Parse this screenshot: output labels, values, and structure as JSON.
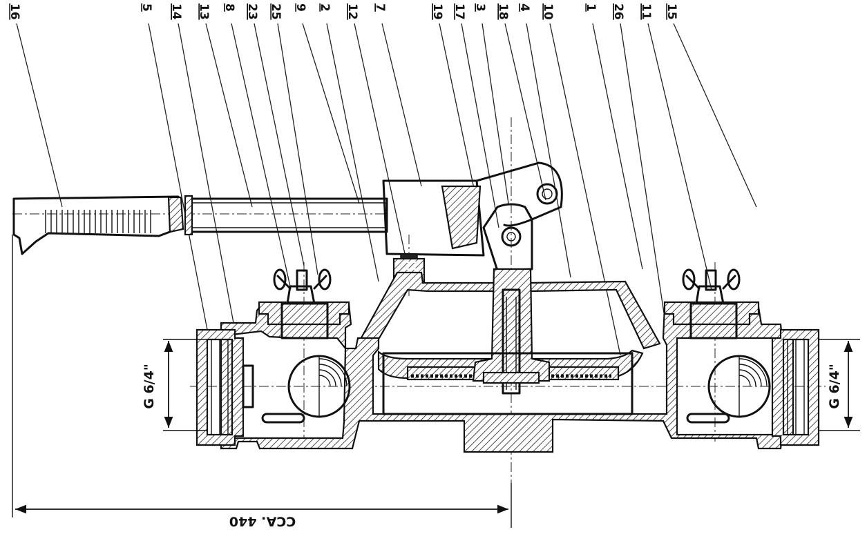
{
  "part_labels": [
    "16",
    "5",
    "14",
    "13",
    "8",
    "23",
    "25",
    "9",
    "2",
    "12",
    "7",
    "19",
    "17",
    "3",
    "18",
    "4",
    "10",
    "1",
    "26",
    "11",
    "15"
  ],
  "dimensions": {
    "inlet_thread": "G 6/4\"",
    "outlet_thread": "G 6/4\"",
    "overall_length": "CCA. 440"
  }
}
